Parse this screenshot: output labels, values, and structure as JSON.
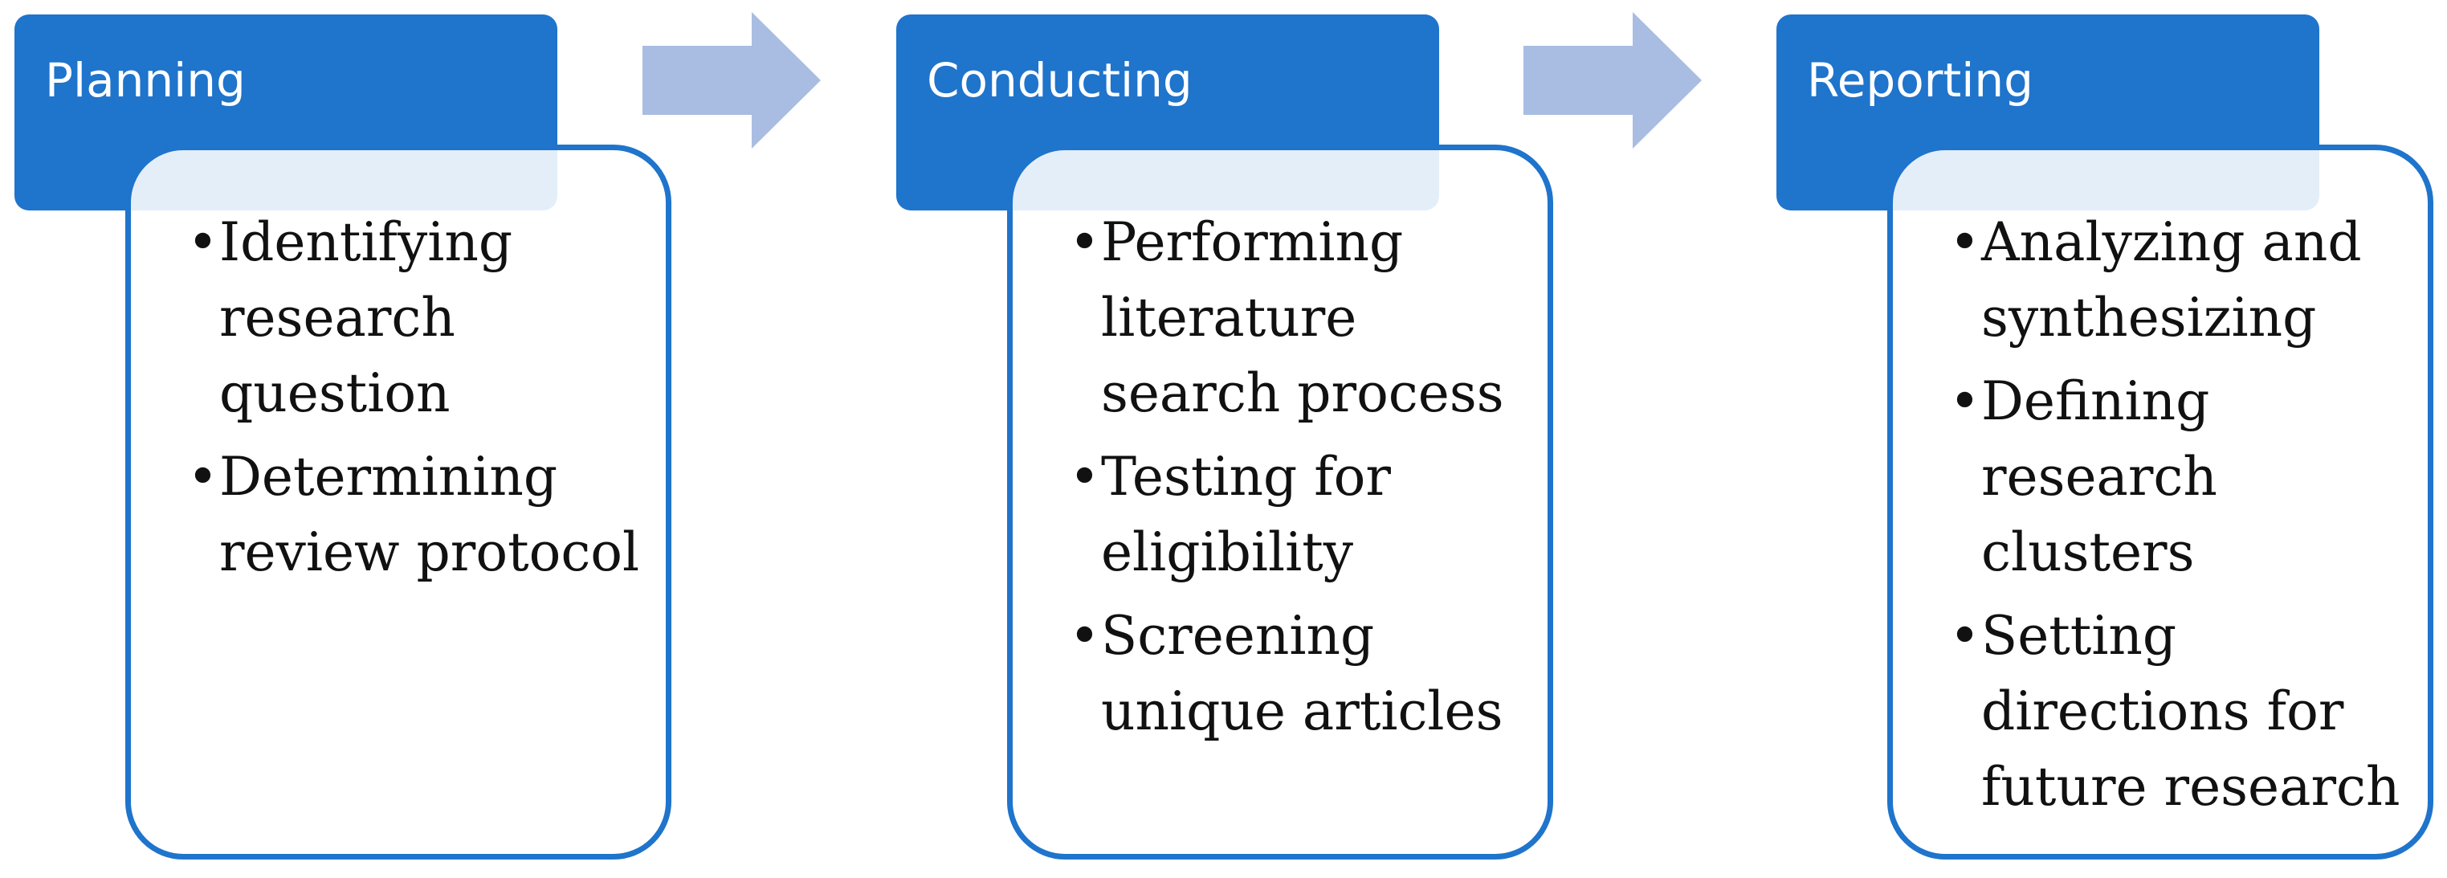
{
  "colors": {
    "header_fill": "#1f74cc",
    "card_border": "#1f74cc",
    "arrow_fill": "#a9bde2",
    "header_text": "#ffffff",
    "body_text": "#111111"
  },
  "arrows": [
    {
      "icon": "right-arrow-icon"
    },
    {
      "icon": "right-arrow-icon"
    }
  ],
  "stages": [
    {
      "title": "Planning",
      "items": [
        "Identifying research question",
        "Determining review protocol"
      ]
    },
    {
      "title": "Conducting",
      "items": [
        "Performing literature search process",
        "Testing for eligibility",
        "Screening unique articles"
      ]
    },
    {
      "title": "Reporting",
      "items": [
        "Analyzing and synthesizing",
        "Defining research clusters",
        "Setting directions for future research"
      ]
    }
  ]
}
